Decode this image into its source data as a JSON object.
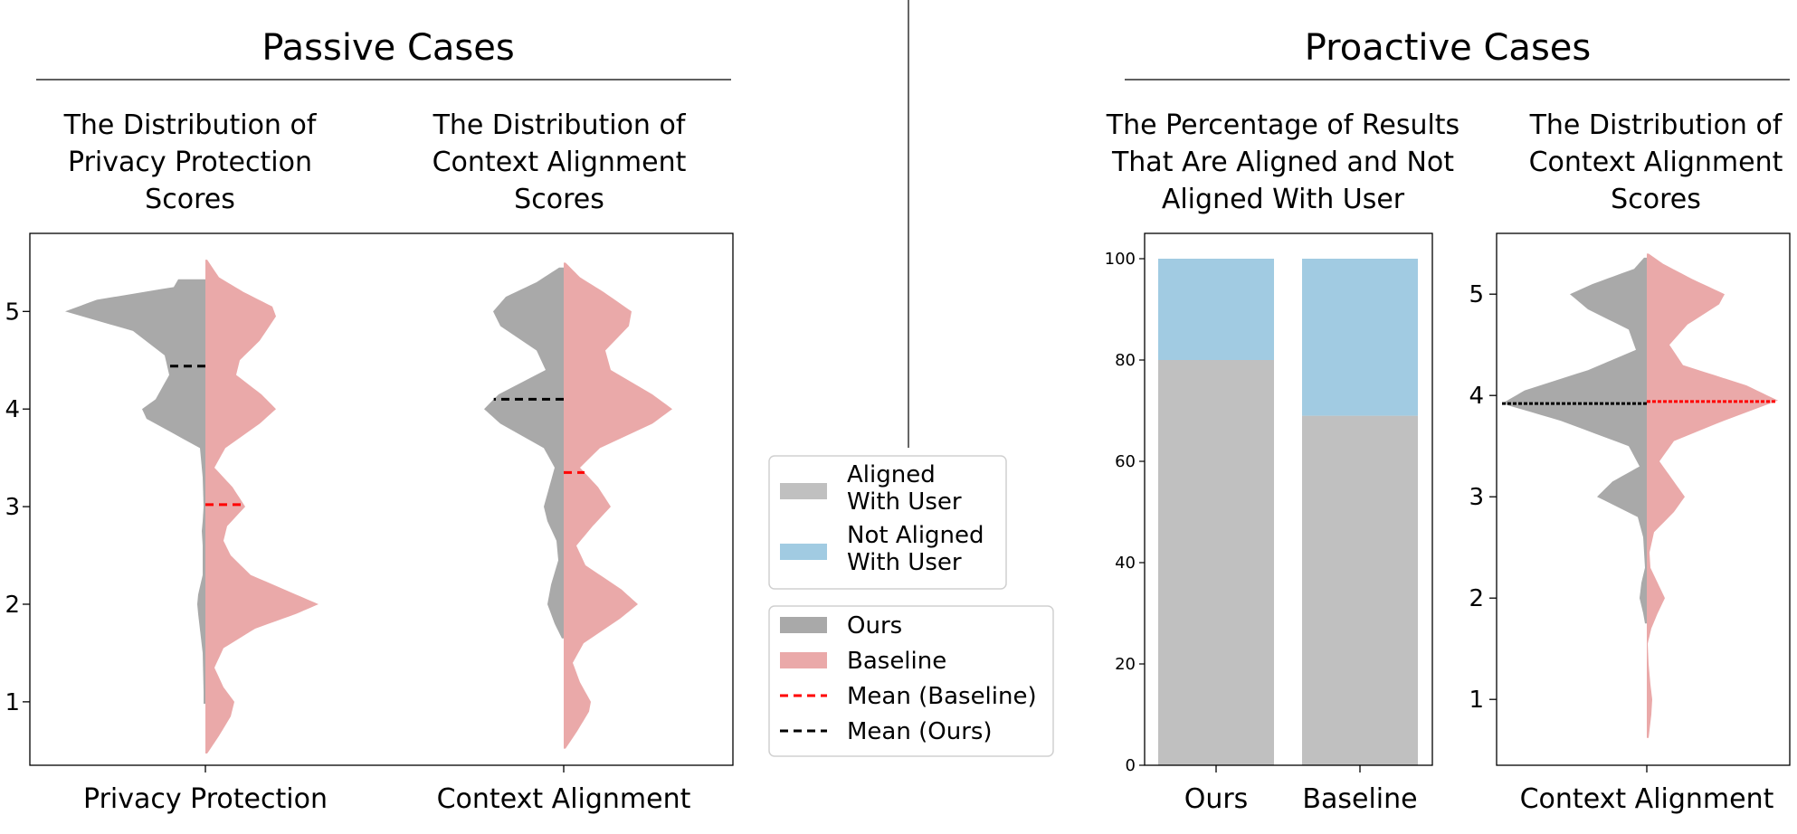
{
  "sections": {
    "passive_title": "Passive Cases",
    "proactive_title": "Proactive Cases"
  },
  "colors": {
    "ours": "#a9a9a9",
    "baseline": "#eaa9a9",
    "aligned": "#c0c0c0",
    "not_aligned": "#a1cbe2",
    "mean_baseline": "#ff0000",
    "mean_ours": "#000000"
  },
  "legends": {
    "bar": [
      {
        "label_line1": "Aligned",
        "label_line2": "With User",
        "color": "#c0c0c0"
      },
      {
        "label_line1": "Not Aligned",
        "label_line2": "With User",
        "color": "#a1cbe2"
      }
    ],
    "violin": [
      {
        "label": "Ours",
        "kind": "patch",
        "color": "#a9a9a9"
      },
      {
        "label": "Baseline",
        "kind": "patch",
        "color": "#eaa9a9"
      },
      {
        "label": "Mean (Baseline)",
        "kind": "dashed-line",
        "color": "#ff0000"
      },
      {
        "label": "Mean (Ours)",
        "kind": "dashed-line",
        "color": "#000000"
      }
    ]
  },
  "chart_data": [
    {
      "type": "violin",
      "title_lines": [
        "The Distribution of",
        "Privacy Protection",
        "Scores"
      ],
      "categories": [
        "Privacy Protection"
      ],
      "ylim": [
        0.35,
        5.8
      ],
      "yticks": [
        1,
        2,
        3,
        4,
        5
      ],
      "series": [
        {
          "name": "Ours",
          "side": "left",
          "mean": 4.44,
          "density": [
            [
              0.98,
              2
            ],
            [
              1.1,
              2
            ],
            [
              1.5,
              3
            ],
            [
              1.9,
              8
            ],
            [
              2.0,
              9
            ],
            [
              2.1,
              8
            ],
            [
              2.3,
              3
            ],
            [
              2.6,
              3
            ],
            [
              2.75,
              4
            ],
            [
              2.85,
              3
            ],
            [
              3.0,
              2
            ],
            [
              3.3,
              3
            ],
            [
              3.6,
              6
            ],
            [
              3.9,
              65
            ],
            [
              4.0,
              70
            ],
            [
              4.1,
              55
            ],
            [
              4.35,
              40
            ],
            [
              4.55,
              45
            ],
            [
              4.8,
              80
            ],
            [
              5.0,
              155
            ],
            [
              5.12,
              120
            ],
            [
              5.25,
              35
            ],
            [
              5.33,
              30
            ]
          ]
        },
        {
          "name": "Baseline",
          "side": "right",
          "mean": 3.02,
          "density": [
            [
              0.47,
              2
            ],
            [
              0.65,
              15
            ],
            [
              0.85,
              28
            ],
            [
              1.0,
              32
            ],
            [
              1.15,
              20
            ],
            [
              1.35,
              10
            ],
            [
              1.55,
              20
            ],
            [
              1.75,
              55
            ],
            [
              1.9,
              100
            ],
            [
              2.0,
              125
            ],
            [
              2.1,
              100
            ],
            [
              2.3,
              50
            ],
            [
              2.5,
              28
            ],
            [
              2.65,
              20
            ],
            [
              2.8,
              24
            ],
            [
              3.0,
              44
            ],
            [
              3.2,
              30
            ],
            [
              3.4,
              10
            ],
            [
              3.6,
              22
            ],
            [
              3.85,
              60
            ],
            [
              4.0,
              78
            ],
            [
              4.15,
              62
            ],
            [
              4.35,
              34
            ],
            [
              4.5,
              38
            ],
            [
              4.7,
              60
            ],
            [
              4.95,
              78
            ],
            [
              5.05,
              74
            ],
            [
              5.2,
              42
            ],
            [
              5.35,
              15
            ],
            [
              5.53,
              2
            ]
          ]
        }
      ]
    },
    {
      "type": "violin",
      "title_lines": [
        "The Distribution of",
        "Context Alignment",
        "Scores"
      ],
      "categories": [
        "Context Alignment"
      ],
      "ylim": [
        0.35,
        5.8
      ],
      "yticks": [
        1,
        2,
        3,
        4,
        5
      ],
      "series": [
        {
          "name": "Ours",
          "side": "left",
          "mean": 4.1,
          "density": [
            [
              1.65,
              2
            ],
            [
              1.8,
              10
            ],
            [
              2.0,
              18
            ],
            [
              2.2,
              14
            ],
            [
              2.45,
              6
            ],
            [
              2.65,
              8
            ],
            [
              2.85,
              18
            ],
            [
              3.0,
              22
            ],
            [
              3.2,
              16
            ],
            [
              3.4,
              10
            ],
            [
              3.6,
              22
            ],
            [
              3.85,
              70
            ],
            [
              4.0,
              88
            ],
            [
              4.15,
              72
            ],
            [
              4.4,
              20
            ],
            [
              4.6,
              30
            ],
            [
              4.85,
              70
            ],
            [
              5.0,
              78
            ],
            [
              5.15,
              64
            ],
            [
              5.3,
              30
            ],
            [
              5.45,
              5
            ]
          ]
        },
        {
          "name": "Baseline",
          "side": "right",
          "mean": 3.35,
          "density": [
            [
              0.52,
              2
            ],
            [
              0.7,
              15
            ],
            [
              0.9,
              28
            ],
            [
              1.0,
              30
            ],
            [
              1.2,
              18
            ],
            [
              1.4,
              10
            ],
            [
              1.6,
              22
            ],
            [
              1.85,
              62
            ],
            [
              2.0,
              82
            ],
            [
              2.15,
              64
            ],
            [
              2.4,
              24
            ],
            [
              2.6,
              14
            ],
            [
              2.8,
              32
            ],
            [
              3.0,
              52
            ],
            [
              3.2,
              38
            ],
            [
              3.4,
              18
            ],
            [
              3.6,
              40
            ],
            [
              3.85,
              98
            ],
            [
              4.0,
              120
            ],
            [
              4.15,
              98
            ],
            [
              4.4,
              52
            ],
            [
              4.6,
              46
            ],
            [
              4.85,
              72
            ],
            [
              5.0,
              75
            ],
            [
              5.2,
              44
            ],
            [
              5.35,
              18
            ],
            [
              5.5,
              2
            ]
          ]
        }
      ]
    },
    {
      "type": "bar",
      "stacked": true,
      "title_lines": [
        "The Percentage of Results",
        "That Are Aligned and Not",
        "Aligned With User"
      ],
      "categories": [
        "Ours",
        "Baseline"
      ],
      "ylim": [
        0,
        105
      ],
      "yticks": [
        0,
        20,
        40,
        60,
        80,
        100
      ],
      "series": [
        {
          "name": "Aligned With User",
          "values": [
            80,
            69
          ]
        },
        {
          "name": "Not Aligned With User",
          "values": [
            20,
            31
          ]
        }
      ]
    },
    {
      "type": "violin",
      "title_lines": [
        "The Distribution of",
        "Context Alignment",
        "Scores"
      ],
      "categories": [
        "Context Alignment"
      ],
      "ylim": [
        0.35,
        5.6
      ],
      "yticks": [
        1,
        2,
        3,
        4,
        5
      ],
      "series": [
        {
          "name": "Ours",
          "side": "left",
          "mean": 3.92,
          "density": [
            [
              1.75,
              2
            ],
            [
              1.85,
              4
            ],
            [
              2.0,
              8
            ],
            [
              2.15,
              6
            ],
            [
              2.3,
              2
            ],
            [
              2.45,
              3
            ],
            [
              2.6,
              4
            ],
            [
              2.8,
              10
            ],
            [
              3.0,
              55
            ],
            [
              3.15,
              38
            ],
            [
              3.3,
              8
            ],
            [
              3.5,
              20
            ],
            [
              3.75,
              95
            ],
            [
              3.92,
              160
            ],
            [
              4.05,
              135
            ],
            [
              4.25,
              65
            ],
            [
              4.45,
              12
            ],
            [
              4.65,
              20
            ],
            [
              4.85,
              65
            ],
            [
              5.0,
              85
            ],
            [
              5.1,
              60
            ],
            [
              5.25,
              14
            ],
            [
              5.36,
              3
            ]
          ]
        },
        {
          "name": "Baseline",
          "side": "right",
          "mean": 3.94,
          "density": [
            [
              0.62,
              2
            ],
            [
              0.85,
              5
            ],
            [
              1.0,
              6
            ],
            [
              1.15,
              4
            ],
            [
              1.35,
              2
            ],
            [
              1.55,
              1
            ],
            [
              1.7,
              5
            ],
            [
              1.85,
              12
            ],
            [
              2.0,
              20
            ],
            [
              2.15,
              12
            ],
            [
              2.3,
              4
            ],
            [
              2.45,
              3
            ],
            [
              2.65,
              8
            ],
            [
              2.85,
              30
            ],
            [
              3.0,
              42
            ],
            [
              3.15,
              30
            ],
            [
              3.35,
              14
            ],
            [
              3.55,
              30
            ],
            [
              3.75,
              85
            ],
            [
              3.95,
              145
            ],
            [
              4.1,
              110
            ],
            [
              4.3,
              40
            ],
            [
              4.5,
              25
            ],
            [
              4.7,
              45
            ],
            [
              4.9,
              80
            ],
            [
              5.0,
              86
            ],
            [
              5.15,
              50
            ],
            [
              5.3,
              18
            ],
            [
              5.4,
              2
            ]
          ]
        }
      ]
    }
  ]
}
